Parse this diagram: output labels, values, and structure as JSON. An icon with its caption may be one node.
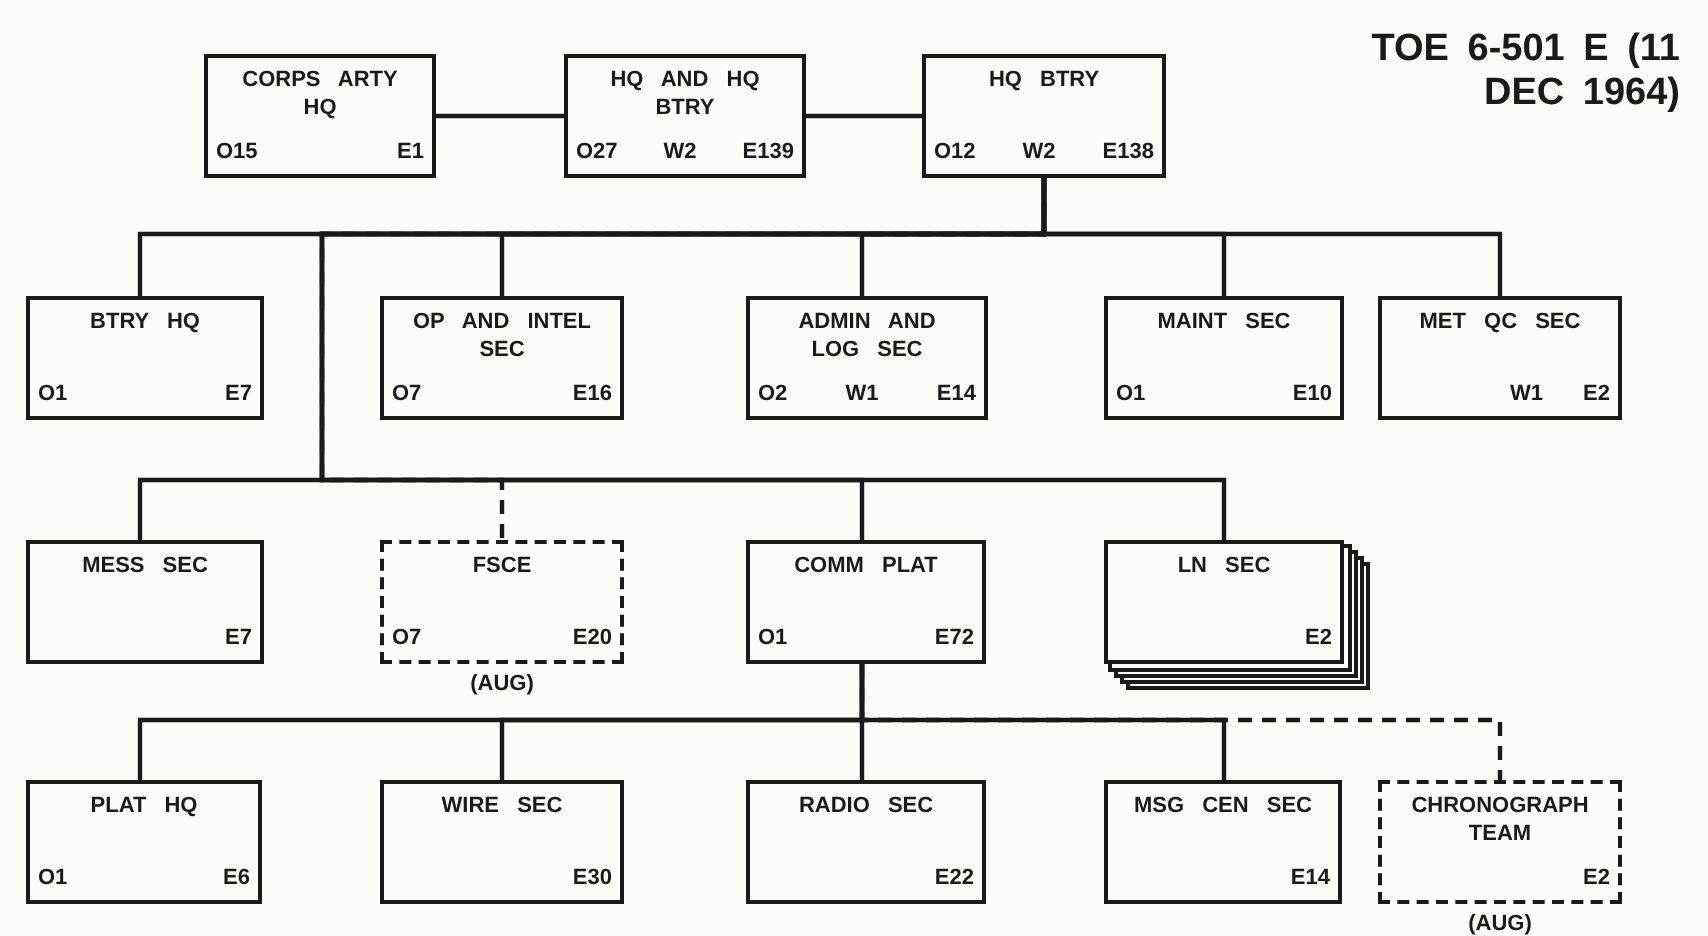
{
  "diagram": {
    "title": "TOE 6-501 E (11 DEC 1964)",
    "nodes": [
      {
        "text": [
          "CORPS ARTY HQ",
          "O15",
          "E1"
        ]
      },
      {
        "text": [
          "HQ AND HQ BTRY",
          "O27",
          "W2",
          "E139"
        ]
      },
      {
        "text": [
          "HQ BTRY",
          "O12",
          "W2",
          "E138"
        ]
      },
      {
        "text": [
          "BTRY HQ",
          "O1",
          "E7"
        ]
      },
      {
        "text": [
          "OP AND INTEL SEC",
          "O7",
          "E16"
        ]
      },
      {
        "text": [
          "ADMIN AND LOG SEC",
          "O2",
          "W1",
          "E14"
        ]
      },
      {
        "text": [
          "MAINT SEC",
          "O1",
          "E10"
        ]
      },
      {
        "text": [
          "MET QC SEC",
          "W1",
          "E2"
        ]
      },
      {
        "text": [
          "MESS SEC",
          "E7"
        ]
      },
      {
        "text": [
          "FSCE",
          "O7",
          "E20"
        ],
        "beside": [
          "(AUG)"
        ]
      },
      {
        "text": [
          "COMM PLAT",
          "O1",
          "E72"
        ]
      },
      {
        "text": [
          "LN SEC",
          "E2"
        ]
      },
      {
        "text": [
          "PLAT HQ",
          "O1",
          "E6"
        ]
      },
      {
        "text": [
          "WIRE SEC",
          "E30"
        ]
      },
      {
        "text": [
          "RADIO SEC",
          "E22"
        ]
      },
      {
        "text": [
          "MSG CEN SEC",
          "E14"
        ]
      },
      {
        "text": [
          "CHRONOGRAPH TEAM",
          "E2"
        ],
        "beside": [
          "(AUG)"
        ]
      }
    ],
    "edges": [
      {
        "from": 0,
        "to": 1,
        "arrow": "none"
      },
      {
        "from": 1,
        "to": 2,
        "arrow": "none"
      },
      {
        "from": 2,
        "to": 3,
        "arrow": "none"
      },
      {
        "from": 2,
        "to": 4,
        "arrow": "none"
      },
      {
        "from": 2,
        "to": 5,
        "arrow": "none"
      },
      {
        "from": 2,
        "to": 6,
        "arrow": "none"
      },
      {
        "from": 2,
        "to": 7,
        "arrow": "none"
      },
      {
        "from": 2,
        "to": 8,
        "arrow": "none"
      },
      {
        "from": 2,
        "to": 9,
        "arrow": "none",
        "style": "dashed"
      },
      {
        "from": 2,
        "to": 10,
        "arrow": "none"
      },
      {
        "from": 2,
        "to": 11,
        "arrow": "none"
      },
      {
        "from": 10,
        "to": 12,
        "arrow": "none"
      },
      {
        "from": 10,
        "to": 13,
        "arrow": "none"
      },
      {
        "from": 10,
        "to": 14,
        "arrow": "none"
      },
      {
        "from": 10,
        "to": 15,
        "arrow": "none"
      },
      {
        "from": 10,
        "to": 16,
        "arrow": "none",
        "style": "dashed"
      }
    ]
  }
}
